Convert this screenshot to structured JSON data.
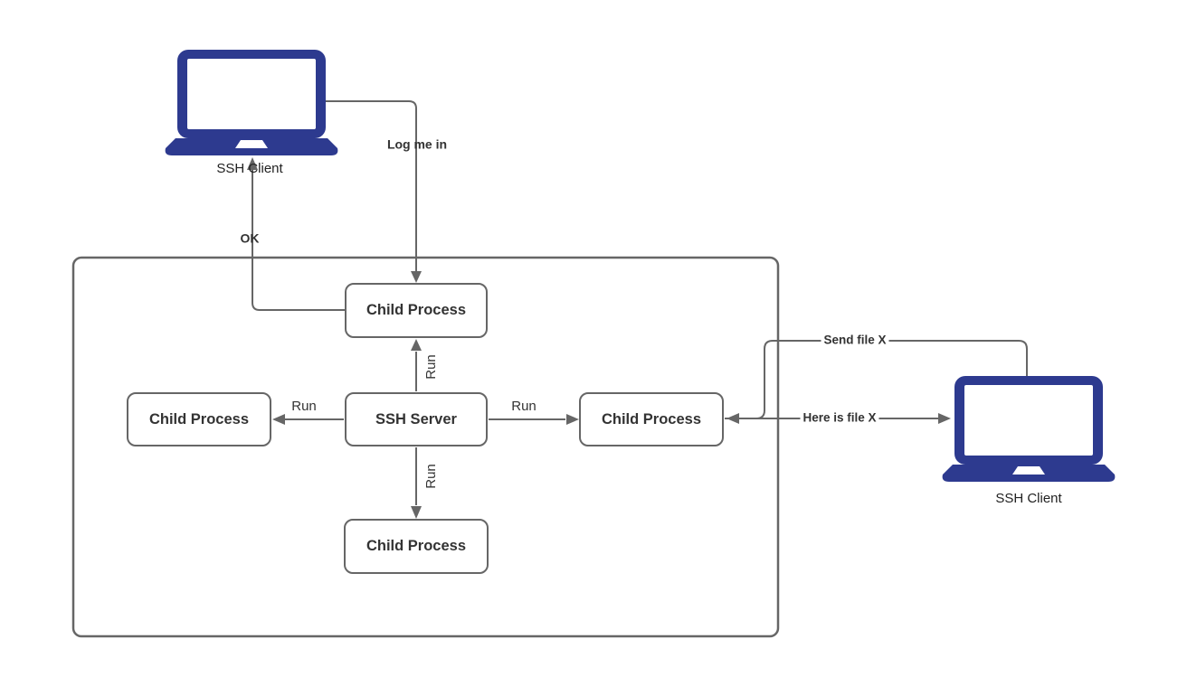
{
  "colors": {
    "laptop": "#2d3a8f",
    "line": "#666666",
    "box_border": "#666666",
    "box_fill": "#ffffff",
    "text": "#333333",
    "background": "#ffffff"
  },
  "devices": {
    "client_left": {
      "label": "SSH Client",
      "icon": "laptop-icon"
    },
    "client_right": {
      "label": "SSH Client",
      "icon": "laptop-icon"
    }
  },
  "nodes": {
    "child_top": {
      "label": "Child Process"
    },
    "child_left": {
      "label": "Child Process"
    },
    "server": {
      "label": "SSH Server"
    },
    "child_right": {
      "label": "Child Process"
    },
    "child_bottom": {
      "label": "Child Process"
    }
  },
  "edges": {
    "log_me_in": {
      "label": "Log me in",
      "from": "client_left",
      "to": "child_top"
    },
    "ok": {
      "label": "OK",
      "from": "child_top",
      "to": "client_left"
    },
    "run_up": {
      "label": "Run",
      "from": "server",
      "to": "child_top"
    },
    "run_left": {
      "label": "Run",
      "from": "server",
      "to": "child_left"
    },
    "run_right": {
      "label": "Run",
      "from": "server",
      "to": "child_right"
    },
    "run_down": {
      "label": "Run",
      "from": "server",
      "to": "child_bottom"
    },
    "send_file": {
      "label": "Send file X",
      "from": "client_right",
      "to": "child_right"
    },
    "here_is_file": {
      "label": "Here is file X",
      "from": "child_right",
      "to": "client_right"
    }
  }
}
